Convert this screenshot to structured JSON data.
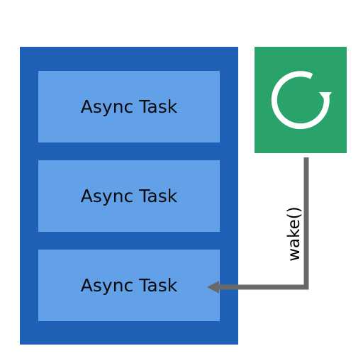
{
  "queue": {
    "tasks": [
      {
        "label": "Async Task"
      },
      {
        "label": "Async Task"
      },
      {
        "label": "Async Task"
      }
    ]
  },
  "executor": {
    "icon": "refresh-icon"
  },
  "edge": {
    "label": "wake()"
  },
  "colors": {
    "queue": "#1e60b6",
    "task": "#62a0e8",
    "executor": "#29a36a",
    "arrow": "#696969"
  }
}
